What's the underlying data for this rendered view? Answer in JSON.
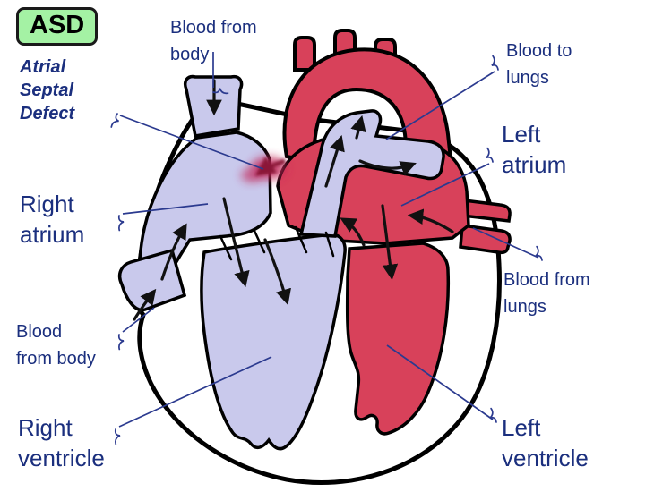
{
  "badge": {
    "label": "ASD"
  },
  "subtitle": {
    "line1": "Atrial",
    "line2": "Septal",
    "line3": "Defect"
  },
  "labels": {
    "blood_from_body_top": {
      "line1": "Blood from",
      "line2": "body"
    },
    "blood_to_lungs": {
      "line1": "Blood to",
      "line2": "lungs"
    },
    "left_atrium": {
      "line1": "Left",
      "line2": "atrium"
    },
    "right_atrium": {
      "line1": "Right",
      "line2": "atrium"
    },
    "blood_from_lungs": {
      "line1": "Blood from",
      "line2": "lungs"
    },
    "blood_from_body_bottom": {
      "line1": "Blood",
      "line2": "from body"
    },
    "right_ventricle": {
      "line1": "Right",
      "line2": "ventricle"
    },
    "left_ventricle": {
      "line1": "Left",
      "line2": "ventricle"
    }
  },
  "colors": {
    "label_text": "#1b2f7e",
    "leader_line": "#2b3a8f",
    "badge_background": "#a4f2a4",
    "badge_text": "#000000",
    "deoxygenated_blood": "#c9c9ec",
    "oxygenated_blood": "#d8415a",
    "defect_shunt": "#c22858",
    "outline": "#000000",
    "background": "#ffffff"
  }
}
